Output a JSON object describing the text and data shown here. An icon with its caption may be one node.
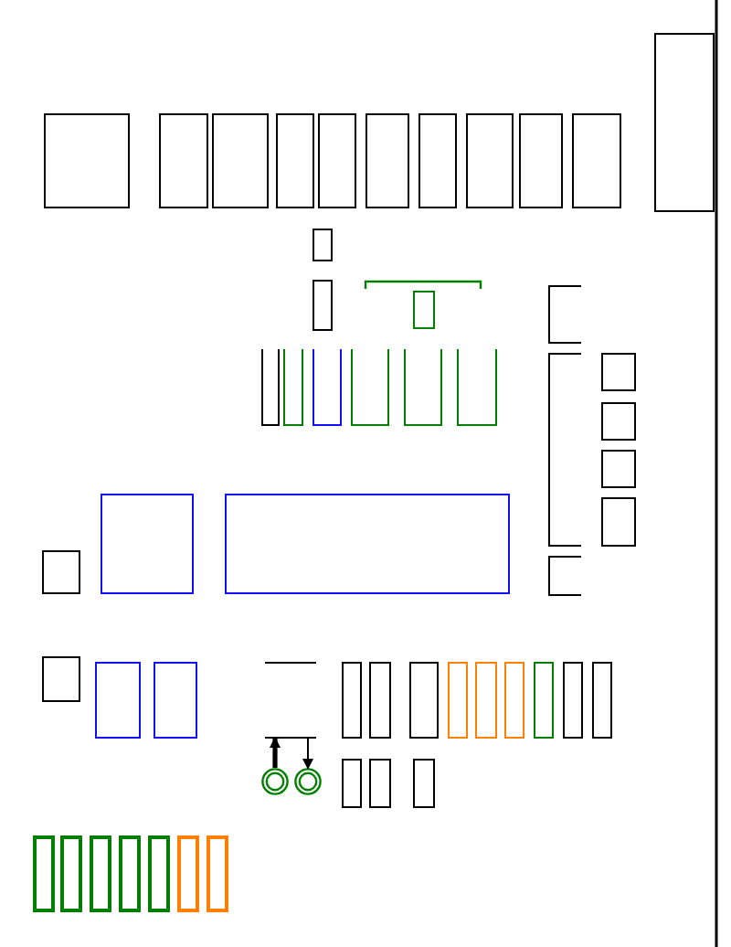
{
  "diagram": {
    "nodes": [
      {
        "text": [],
        "shape": "box"
      },
      {
        "text": [],
        "shape": "box"
      },
      {
        "text": [],
        "shape": "box"
      },
      {
        "text": [],
        "shape": "box"
      },
      {
        "text": [],
        "shape": "box"
      },
      {
        "text": [],
        "shape": "box"
      },
      {
        "text": [],
        "shape": "box"
      },
      {
        "text": [],
        "shape": "box"
      },
      {
        "text": [],
        "shape": "box"
      },
      {
        "text": [],
        "shape": "box"
      },
      {
        "text": [],
        "shape": "box"
      },
      {
        "text": [],
        "shape": "box"
      },
      {
        "text": [],
        "shape": "box"
      },
      {
        "text": [],
        "shape": "box"
      },
      {
        "text": [],
        "shape": "box"
      },
      {
        "text": [],
        "shape": "box"
      },
      {
        "text": [],
        "shape": "box"
      },
      {
        "text": [],
        "shape": "box"
      },
      {
        "text": [],
        "shape": "box"
      },
      {
        "text": [],
        "shape": "box"
      },
      {
        "text": [],
        "shape": "box"
      },
      {
        "text": [],
        "shape": "box"
      },
      {
        "text": [],
        "shape": "box"
      },
      {
        "text": [],
        "shape": "box"
      },
      {
        "text": [],
        "shape": "box"
      },
      {
        "text": [],
        "shape": "box"
      },
      {
        "text": [],
        "shape": "box"
      },
      {
        "text": [],
        "shape": "box"
      },
      {
        "text": [],
        "shape": "box"
      },
      {
        "text": [],
        "shape": "box"
      },
      {
        "text": [],
        "shape": "box"
      },
      {
        "text": [],
        "shape": "box"
      },
      {
        "text": [],
        "shape": "box"
      },
      {
        "text": [],
        "shape": "box"
      },
      {
        "text": [],
        "shape": "box"
      },
      {
        "text": [],
        "shape": "box"
      },
      {
        "text": [],
        "shape": "box"
      },
      {
        "text": [],
        "shape": "box"
      },
      {
        "text": [],
        "shape": "box"
      },
      {
        "text": [],
        "shape": "box"
      },
      {
        "text": [],
        "shape": "box"
      },
      {
        "text": [],
        "shape": "box"
      },
      {
        "text": [],
        "shape": "box"
      },
      {
        "text": [],
        "shape": "box"
      },
      {
        "text": [],
        "shape": "box"
      },
      {
        "text": [],
        "shape": "box"
      },
      {
        "text": [],
        "shape": "circle"
      },
      {
        "text": [],
        "shape": "circle"
      },
      {
        "text": [],
        "shape": "box"
      },
      {
        "text": [],
        "shape": "box"
      },
      {
        "text": [],
        "shape": "box"
      },
      {
        "text": [],
        "shape": "box"
      },
      {
        "text": [],
        "shape": "box"
      },
      {
        "text": [],
        "shape": "box"
      },
      {
        "text": [],
        "shape": "box"
      }
    ],
    "edges": [
      {
        "from": 46,
        "to": 33,
        "arrow": "to",
        "style": "thick"
      },
      {
        "from": 33,
        "to": 47,
        "arrow": "to"
      }
    ]
  }
}
